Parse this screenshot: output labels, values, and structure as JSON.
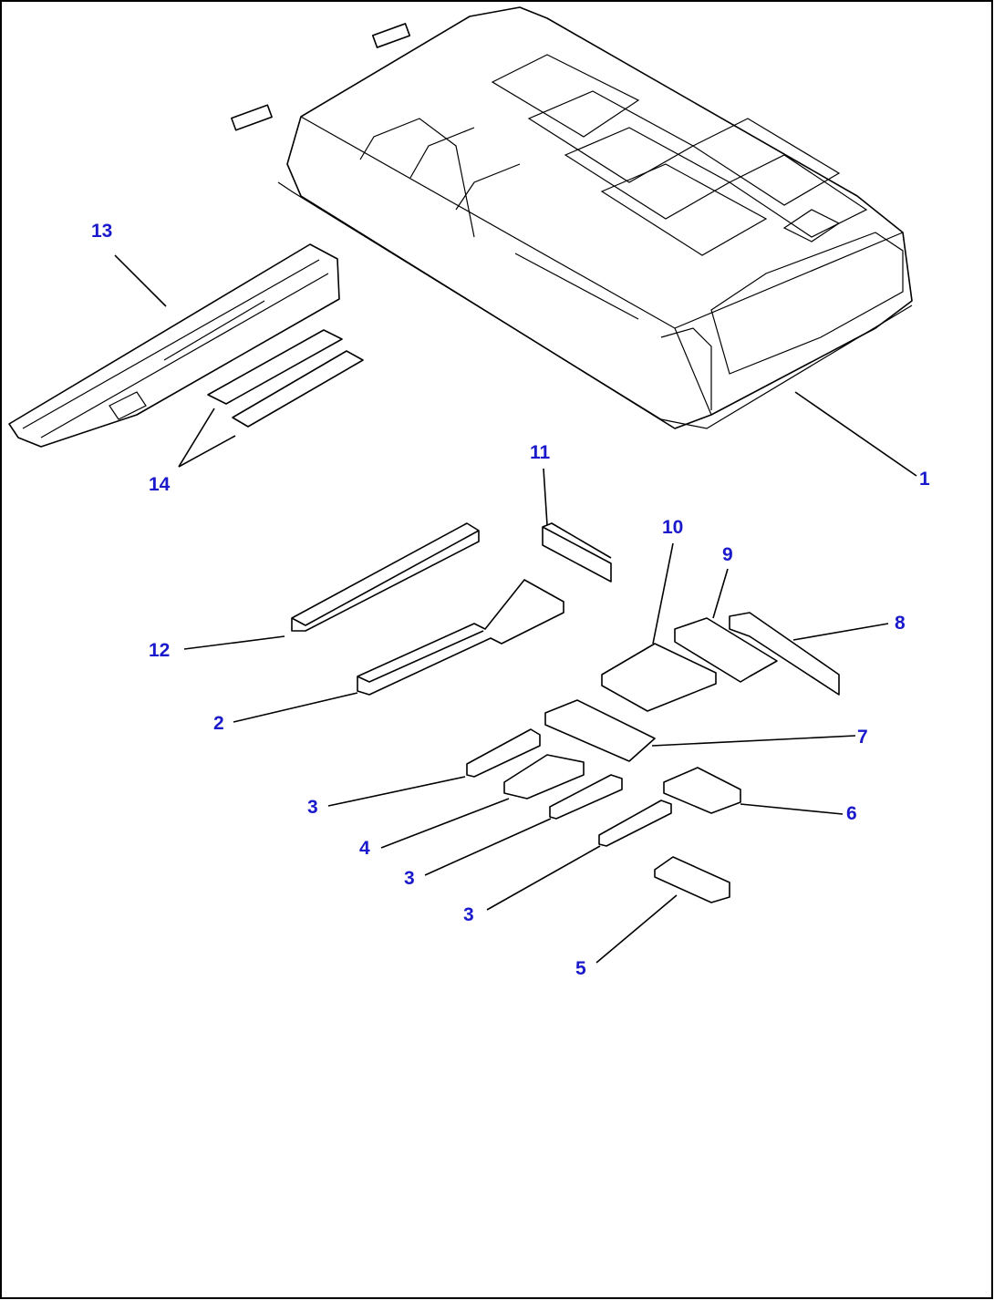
{
  "callouts": {
    "c1": "1",
    "c2": "2",
    "c3a": "3",
    "c3b": "3",
    "c3c": "3",
    "c4": "4",
    "c5": "5",
    "c6": "6",
    "c7": "7",
    "c8": "8",
    "c9": "9",
    "c10": "10",
    "c11": "11",
    "c12": "12",
    "c13": "13",
    "c14": "14"
  },
  "colors": {
    "callout": "#1a1acc",
    "line": "#000000",
    "background": "#ffffff"
  }
}
